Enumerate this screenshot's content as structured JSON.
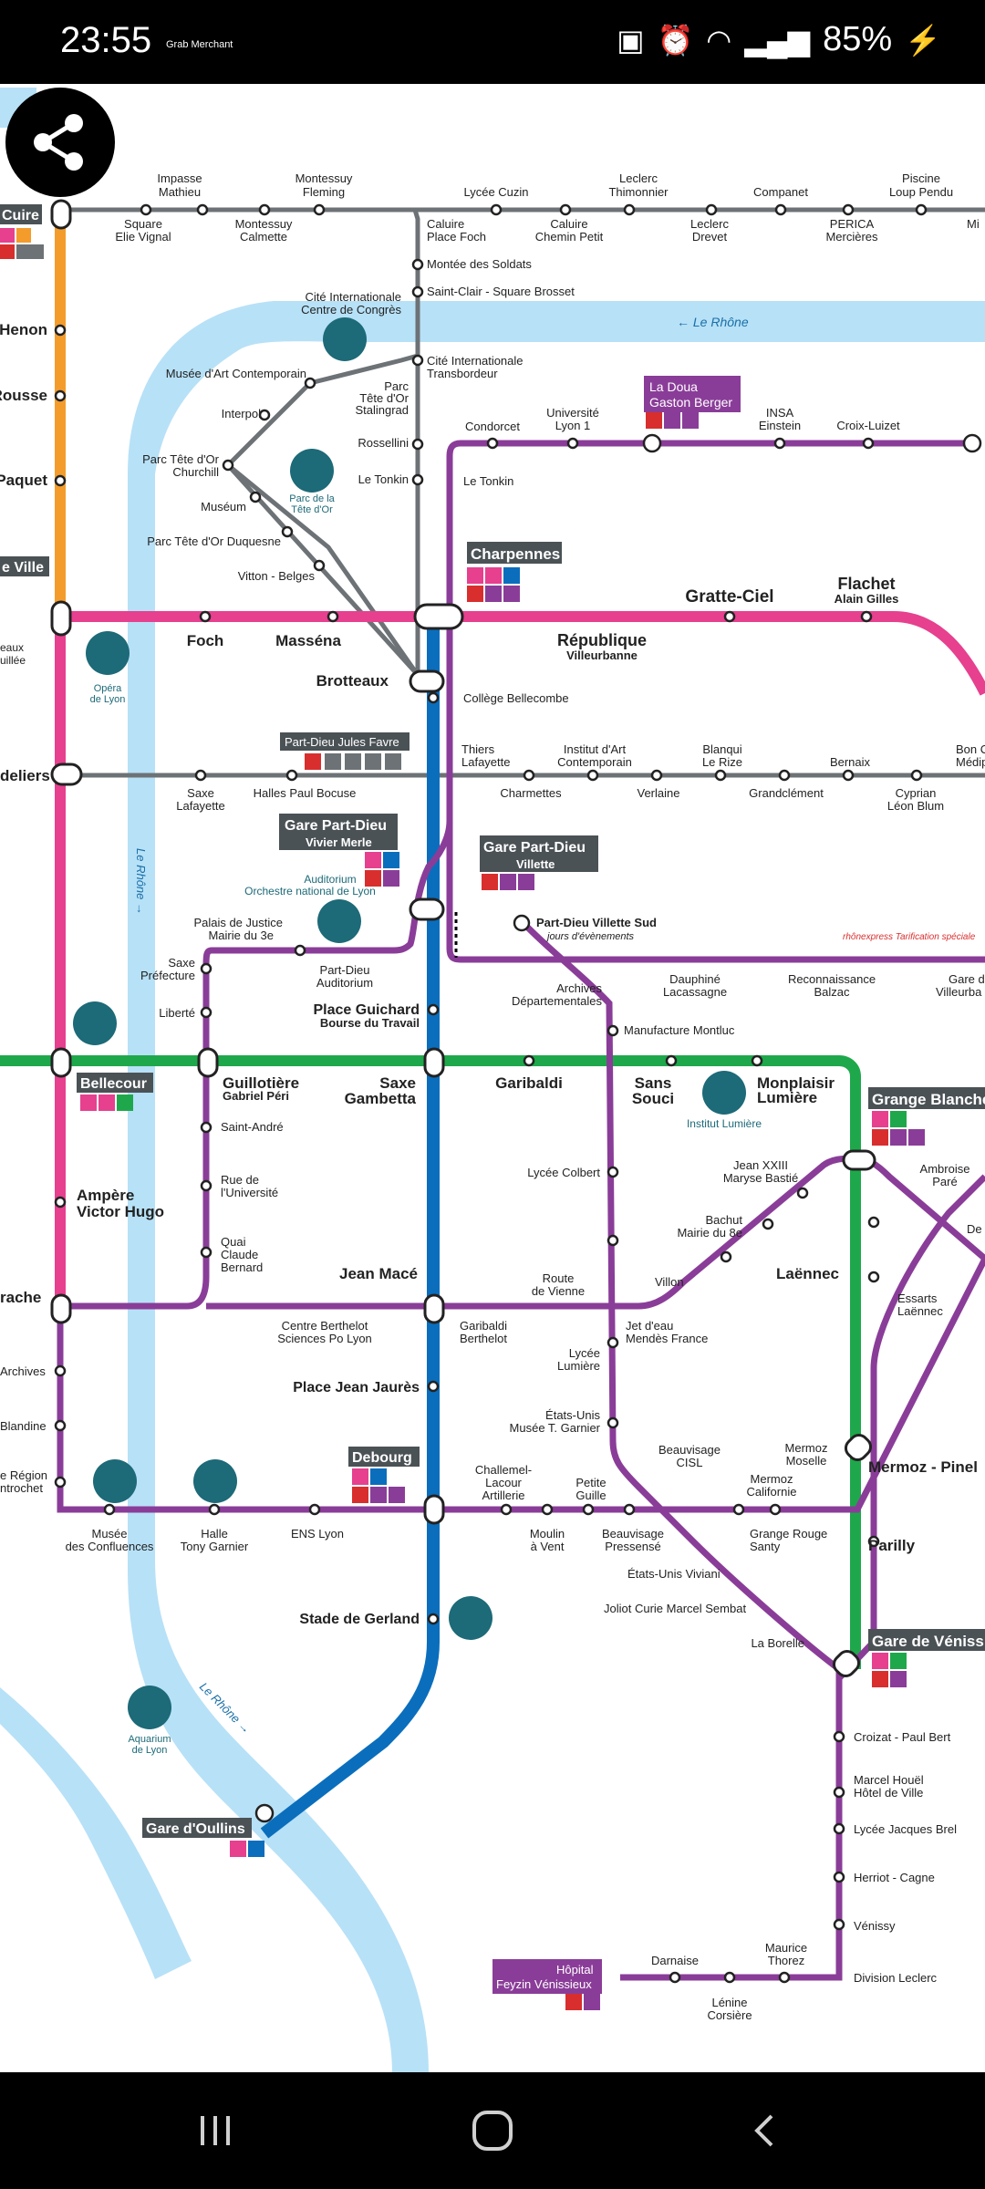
{
  "status": {
    "time": "23:55",
    "note": "Grab Merchant",
    "battery": "85%"
  },
  "colors": {
    "metro_a": "#e6408f",
    "metro_b": "#0a6ebd",
    "metro_c": "#f39c2c",
    "metro_d": "#1ea84b",
    "tram": "#8a3d98",
    "funicular": "#6d7276",
    "river": "#b7e1f7",
    "label_bg": "#4b5256",
    "line_badge_red": "#d92e2e"
  },
  "map": {
    "river_label_1": "← Le Rhône",
    "river_label_2": "Le Rhône →",
    "river_label_3": "Le Rhône →",
    "rhonexpress_label": "rhônexpress Tarification spéciale",
    "hubs": {
      "charpennes": "Charpennes",
      "part_dieu_jf": "Part-Dieu Jules Favre",
      "gare_pd_vm_1": "Gare Part-Dieu",
      "gare_pd_vm_2": "Vivier Merle",
      "gare_pd_v_1": "Gare Part-Dieu",
      "gare_pd_v_2": "Villette",
      "doua_1": "La Doua",
      "doua_2": "Gaston Berger",
      "bellecour": "Bellecour",
      "grange_blanche": "Grange Blanche",
      "debourg": "Debourg",
      "gare_venissieux": "Gare de Vénissieux",
      "gare_oullins": "Gare d'Oullins",
      "hopital_1": "Hôpital",
      "hopital_2": "Feyzin Vénissieux",
      "cuire": "Cuire",
      "hotel_ville": "e Ville"
    },
    "stations": {
      "impasse_mathieu": [
        "Impasse",
        "Mathieu"
      ],
      "montessuy_fleming": [
        "Montessuy",
        "Fleming"
      ],
      "square_elie_vignal": [
        "Square",
        "Elie Vignal"
      ],
      "montessuy_calmette": [
        "Montessuy",
        "Calmette"
      ],
      "caluire_place_foch": [
        "Caluire",
        "Place Foch"
      ],
      "lycee_cuzin": "Lycée Cuzin",
      "caluire_chemin_petit": [
        "Caluire",
        "Chemin Petit"
      ],
      "leclerc_thimonnier": [
        "Leclerc",
        "Thimonnier"
      ],
      "leclerc_drevet": [
        "Leclerc",
        "Drevet"
      ],
      "companet": "Companet",
      "perica_merciere": [
        "PERICA",
        "Mercières"
      ],
      "piscine_loup_pendu": [
        "Piscine",
        "Loup Pendu"
      ],
      "mi": "Mi",
      "montee_des_soldats": "Montée des Soldats",
      "saint_clair": "Saint-Clair - Square Brosset",
      "cite_int_congres": [
        "Cité Internationale",
        "Centre de Congrès"
      ],
      "cite_int_transbordeur": [
        "Cité Internationale",
        "Transbordeur"
      ],
      "musee_art_contemporain": "Musée d'Art Contemporain",
      "interpol": "Interpol",
      "parc_tete_or_stalingrad": [
        "Parc",
        "Tête d'Or",
        "Stalingrad"
      ],
      "parc_tete_or_churchill": [
        "Parc Tête d'Or",
        "Churchill"
      ],
      "parc_de_la_tete_dor": [
        "Parc de la",
        "Tête d'Or"
      ],
      "museum": "Muséum",
      "rossellini": "Rossellini",
      "le_tonkin_1": "Le Tonkin",
      "le_tonkin_2": "Le Tonkin",
      "parc_tete_or_duquesne": "Parc Tête d'Or Duquesne",
      "vitton_belges": "Vitton - Belges",
      "condorcet": "Condorcet",
      "universite_lyon1": [
        "Université",
        "Lyon 1"
      ],
      "insa_einstein": [
        "INSA",
        "Einstein"
      ],
      "croix_luizet": "Croix-Luizet",
      "henon": "Henon",
      "rousse": "Rousse",
      "paquet": "Paquet",
      "foch": "Foch",
      "massena": "Masséna",
      "gratte_ciel": "Gratte-Ciel",
      "flachet": [
        "Flachet",
        "Alain Gilles"
      ],
      "republique": [
        "République",
        "Villeurbanne"
      ],
      "eaux_uillee": [
        "eaux",
        "uillée"
      ],
      "opera": [
        "Opéra",
        "de Lyon"
      ],
      "brotteaux": "Brotteaux",
      "college_bellecombe": "Collège Bellecombe",
      "deliers": "deliers",
      "saxe_lafayette": [
        "Saxe",
        "Lafayette"
      ],
      "halles_paul_bocuse": "Halles Paul Bocuse",
      "thiers_lafayette": [
        "Thiers",
        "Lafayette"
      ],
      "institut_art": [
        "Institut d'Art",
        "Contemporain"
      ],
      "blanqui": [
        "Blanqui",
        "Le Rize"
      ],
      "bernaix": "Bernaix",
      "bon_c": [
        "Bon C",
        "Médip"
      ],
      "charmettes": "Charmettes",
      "verlaine": "Verlaine",
      "grandclement": "Grandclément",
      "cyprian": [
        "Cyprian",
        "Léon Blum"
      ],
      "auditorium_1": [
        "Auditorium",
        "Orchestre national de Lyon"
      ],
      "palais_justice": [
        "Palais de Justice",
        "Mairie du 3e"
      ],
      "part_dieu_auditorium": [
        "Part-Dieu",
        "Auditorium"
      ],
      "saxe_prefecture": [
        "Saxe",
        "Préfecture"
      ],
      "liberte": "Liberté",
      "place_guichard": [
        "Place Guichard",
        "Bourse du Travail"
      ],
      "part_dieu_villette_sud": [
        "Part-Dieu Villette Sud",
        "jours d'évènements"
      ],
      "archives_dep": [
        "Archives",
        "Départementales"
      ],
      "dauphine": [
        "Dauphiné",
        "Lacassagne"
      ],
      "reconnaissance": [
        "Reconnaissance",
        "Balzac"
      ],
      "gare_villeurbanne": [
        "Gare d",
        "Villeurba"
      ],
      "manufacture": "Manufacture Montluc",
      "guillotiere": [
        "Guillotière",
        "Gabriel Péri"
      ],
      "saxe_gambetta": [
        "Saxe",
        "Gambetta"
      ],
      "garibaldi": "Garibaldi",
      "sans_souci": [
        "Sans",
        "Souci"
      ],
      "monplaisir": [
        "Monplaisir",
        "Lumière"
      ],
      "institut_lumiere": "Institut Lumière",
      "saint_andre": "Saint-André",
      "lycee_colbert": "Lycée Colbert",
      "jean_xxiii": [
        "Jean XXIII",
        "Maryse Bastié"
      ],
      "ambroise_pare": [
        "Ambroise",
        "Paré"
      ],
      "ampere": [
        "Ampère",
        "Victor Hugo"
      ],
      "rue_universite": [
        "Rue de",
        "l'Université"
      ],
      "bachut": [
        "Bachut",
        "Mairie du 8e"
      ],
      "de": "De",
      "quai_claude_bernard": [
        "Quai",
        "Claude",
        "Bernard"
      ],
      "jean_mace": "Jean Macé",
      "route_vienne": [
        "Route",
        "de Vienne"
      ],
      "villon": "Villon",
      "laennec": "Laënnec",
      "essarts": [
        "Essarts",
        "Laënnec"
      ],
      "rache": "rache",
      "centre_berthelot": [
        "Centre Berthelot",
        "Sciences Po Lyon"
      ],
      "garibaldi_berthelot": [
        "Garibaldi",
        "Berthelot"
      ],
      "jet_deau": [
        "Jet d'eau",
        "Mendès France"
      ],
      "archives": "Archives",
      "place_jean_jaures": "Place Jean Jaurès",
      "lycee_lumiere": [
        "Lycée",
        "Lumière"
      ],
      "blandine": "Blandine",
      "etats_unis_garnier": [
        "États-Unis",
        "Musée T. Garnier"
      ],
      "region": [
        "e Région",
        "ntrochet"
      ],
      "challemel": [
        "Challemel-",
        "Lacour",
        "Artillerie"
      ],
      "petite_guille": [
        "Petite",
        "Guille"
      ],
      "beauvisage_cisl": [
        "Beauvisage",
        "CISL"
      ],
      "mermoz_moselle": [
        "Mermoz",
        "Moselle"
      ],
      "mermoz_pinel": "Mermoz - Pinel",
      "mermoz_californie": [
        "Mermoz",
        "Californie"
      ],
      "musee_confluences": [
        "Musée",
        "des Confluences"
      ],
      "halle_tony_garnier": [
        "Halle",
        "Tony Garnier"
      ],
      "ens_lyon": "ENS Lyon",
      "moulin_a_vent": [
        "Moulin",
        "à Vent"
      ],
      "beauvisage_pressense": [
        "Beauvisage",
        "Pressensé"
      ],
      "grange_rouge": [
        "Grange Rouge",
        "Santy"
      ],
      "parilly": "Parilly",
      "etats_unis_viviani": "États-Unis Viviani",
      "joliot_curie": "Joliot Curie Marcel Sembat",
      "stade_gerland": "Stade de Gerland",
      "la_borelle": "La Borelle",
      "croizat": "Croizat - Paul Bert",
      "aquarium": [
        "Aquarium",
        "de Lyon"
      ],
      "marcel_houel": [
        "Marcel Houël",
        "Hôtel de Ville"
      ],
      "lycee_jacques_brel": "Lycée Jacques Brel",
      "herriot_cagne": "Herriot - Cagne",
      "venissy": "Vénissy",
      "maurice_thorez": [
        "Maurice",
        "Thorez"
      ],
      "darnaise": "Darnaise",
      "division_leclerc": "Division Leclerc",
      "lenine": [
        "Lénine",
        "Corsière"
      ]
    }
  }
}
